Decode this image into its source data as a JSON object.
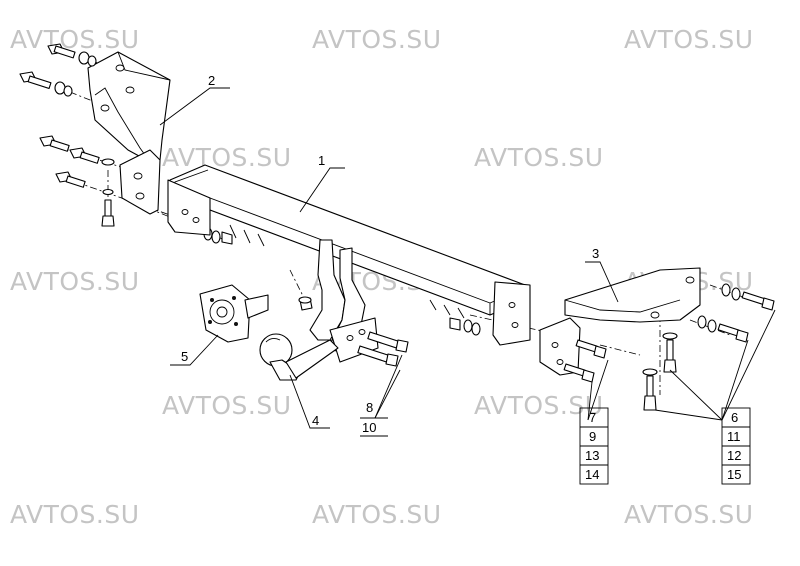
{
  "watermark": {
    "text": "AVTOS.SU",
    "color": "#c4c4c4"
  },
  "callouts": {
    "p1": "1",
    "p2": "2",
    "p3": "3",
    "p4": "4",
    "p5": "5",
    "left_group": [
      "8",
      "10"
    ],
    "center_group": [
      "7",
      "9",
      "13",
      "14"
    ],
    "right_group": [
      "6",
      "11",
      "12",
      "15"
    ]
  }
}
